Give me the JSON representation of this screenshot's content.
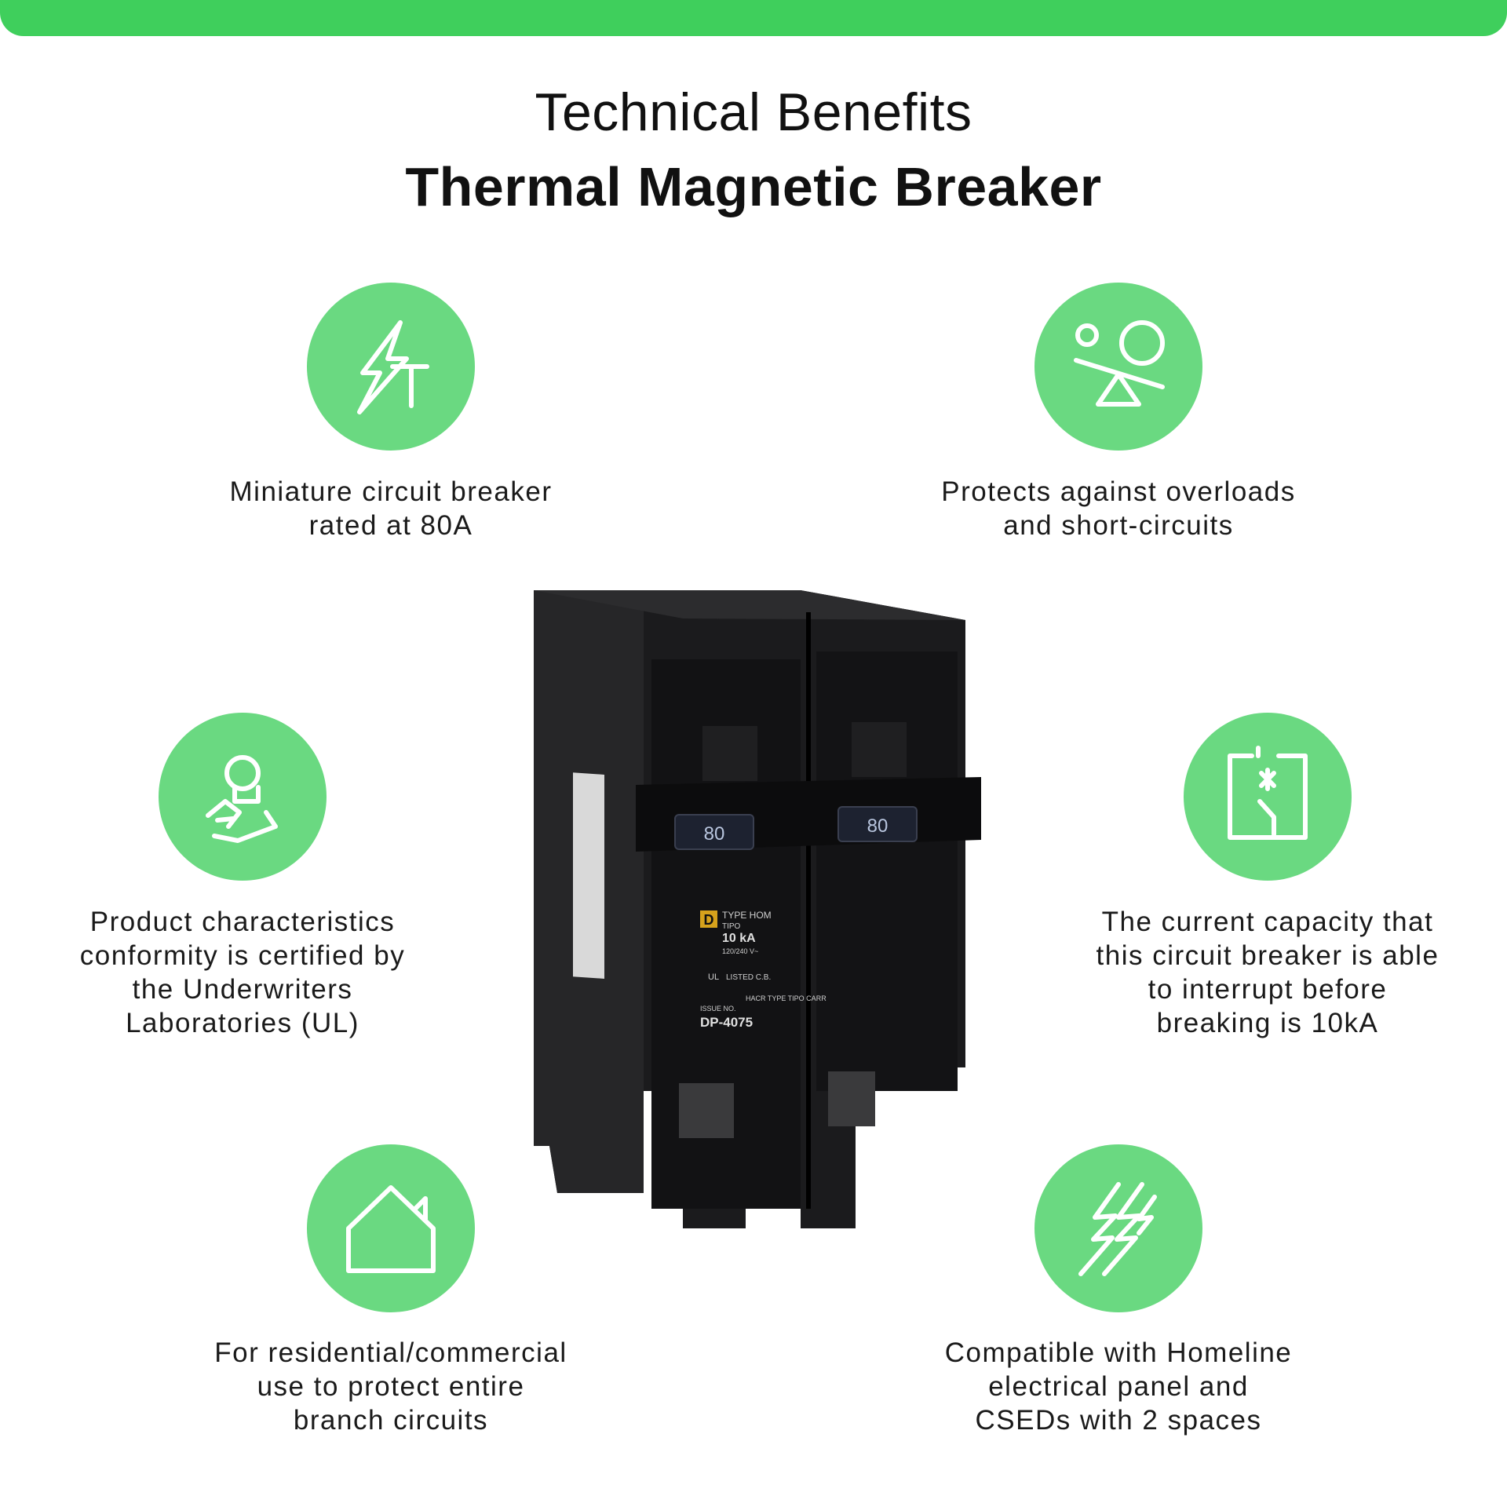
{
  "header": {
    "subtitle": "Technical Benefits",
    "title": "Thermal Magnetic Breaker"
  },
  "colors": {
    "accent_bar": "#3fcf5c",
    "icon_circle": "#6ad981",
    "icon_stroke": "#ffffff"
  },
  "benefits": [
    {
      "icon": "lightning-tower-icon",
      "text": "Miniature circuit breaker\nrated at 80A"
    },
    {
      "icon": "seesaw-balance-icon",
      "text": "Protects against overloads\nand short-circuits"
    },
    {
      "icon": "certified-hand-icon",
      "text": "Product characteristics\nconformity is certified by\nthe Underwriters\nLaboratories (UL)"
    },
    {
      "icon": "circuit-interrupt-icon",
      "text": "The current capacity that\nthis circuit breaker is able\nto interrupt before\nbreaking is 10kA"
    },
    {
      "icon": "house-icon",
      "text": "For residential/commercial\nuse to protect entire\nbranch circuits"
    },
    {
      "icon": "double-lightning-icon",
      "text": "Compatible with Homeline\nelectrical panel and\nCSEDs with 2 spaces"
    }
  ],
  "product": {
    "left_rating": "80",
    "right_rating": "80",
    "brand_mark": "D",
    "label_type": "TYPE HOM",
    "label_tipo": "TIPO",
    "label_ka": "10 kA",
    "label_voltage": "120/240 V~",
    "label_listed": "LISTED C.B.",
    "label_hacr": "HACR TYPE TIPO CARR",
    "label_issue": "ISSUE NO.",
    "label_dp": "DP-4075",
    "label_ul": "UL"
  }
}
